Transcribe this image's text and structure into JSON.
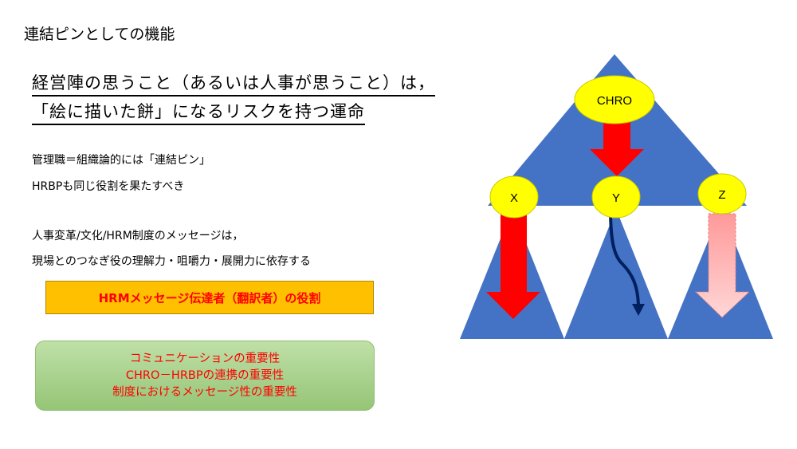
{
  "title": "連結ピンとしての機能",
  "headline": {
    "line1": "経営陣の思うこと（あるいは人事が思うこと）は，",
    "line2": "「絵に描いた餅」になるリスクを持つ運命"
  },
  "body": {
    "line1": "管理職＝組織論的には「連結ピン」",
    "line2": "HRBPも同じ役割を果たすべき",
    "line3": "人事変革/文化/HRM制度のメッセージは，",
    "line4": "現場とのつなぎ役の理解力・咀嚼力・展開力に依存する"
  },
  "orange_box": "HRMメッセージ伝達者（翻訳者）の役割",
  "green_box": [
    "コミュニケーションの重要性",
    "CHRO－HRBPの連携の重要性",
    "制度におけるメッセージ性の重要性"
  ],
  "diagram": {
    "top_node": "CHRO",
    "nodes": [
      "X",
      "Y",
      "Z"
    ],
    "colors": {
      "triangle": "#4472c4",
      "node": "#ffff00",
      "arrow": "#ff0000",
      "arrow_faded": "#ffaaaa",
      "curve": "#002060"
    }
  }
}
